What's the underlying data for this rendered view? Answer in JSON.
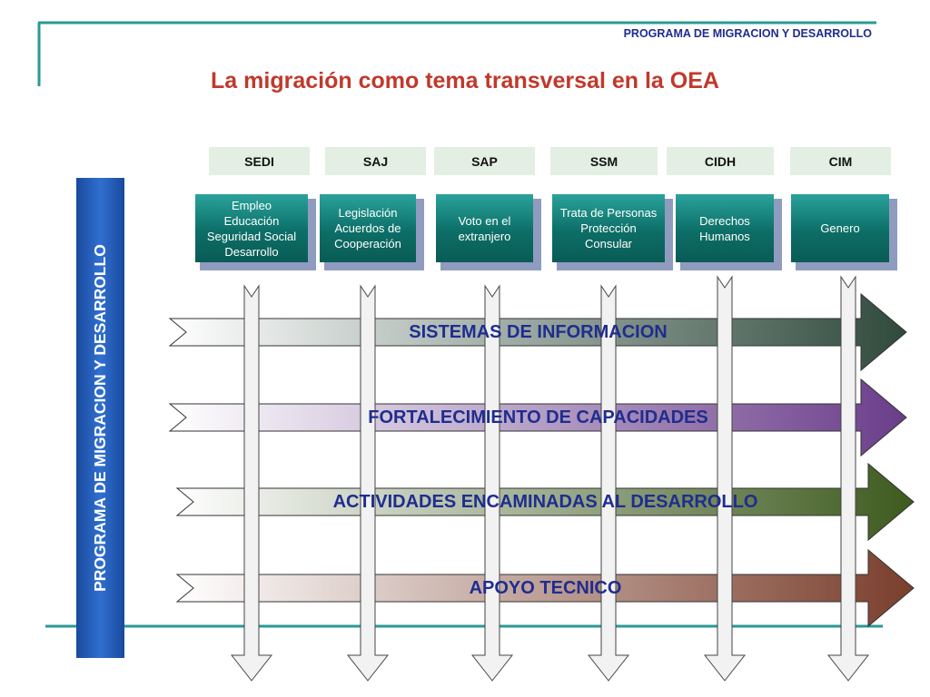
{
  "header": {
    "program_label": "PROGRAMA DE MIGRACION Y DESARROLLO"
  },
  "title": "La migración como tema transversal en la OEA",
  "sidebar": {
    "label": "PROGRAMA DE MIGRACION Y DESARROLLO"
  },
  "departments": [
    {
      "code": "SEDI",
      "topics": "Empleo\nEducación\nSeguridad Social\nDesarrollo"
    },
    {
      "code": "SAJ",
      "topics": "Legislación\nAcuerdos de\nCooperación"
    },
    {
      "code": "SAP",
      "topics": "Voto en el\nextranjero"
    },
    {
      "code": "SSM",
      "topics": "Trata de Personas\nProtección\nConsular"
    },
    {
      "code": "CIDH",
      "topics": "Derechos\nHumanos"
    },
    {
      "code": "CIM",
      "topics": "Genero"
    }
  ],
  "bands": [
    {
      "label": "SISTEMAS DE INFORMACION",
      "color": "#2f4a3c"
    },
    {
      "label": "FORTALECIMIENTO DE CAPACIDADES",
      "color": "#6a3d8a"
    },
    {
      "label": "ACTIVIDADES ENCAMINADAS AL DESARROLLO",
      "color": "#3d5a1e"
    },
    {
      "label": "APOYO TECNICO",
      "color": "#7a3e2c"
    }
  ],
  "colors": {
    "title": "#c0392b",
    "header": "#1f2d8f",
    "teal_line": "#2a9a95",
    "box_teal": "#0c6e67"
  }
}
